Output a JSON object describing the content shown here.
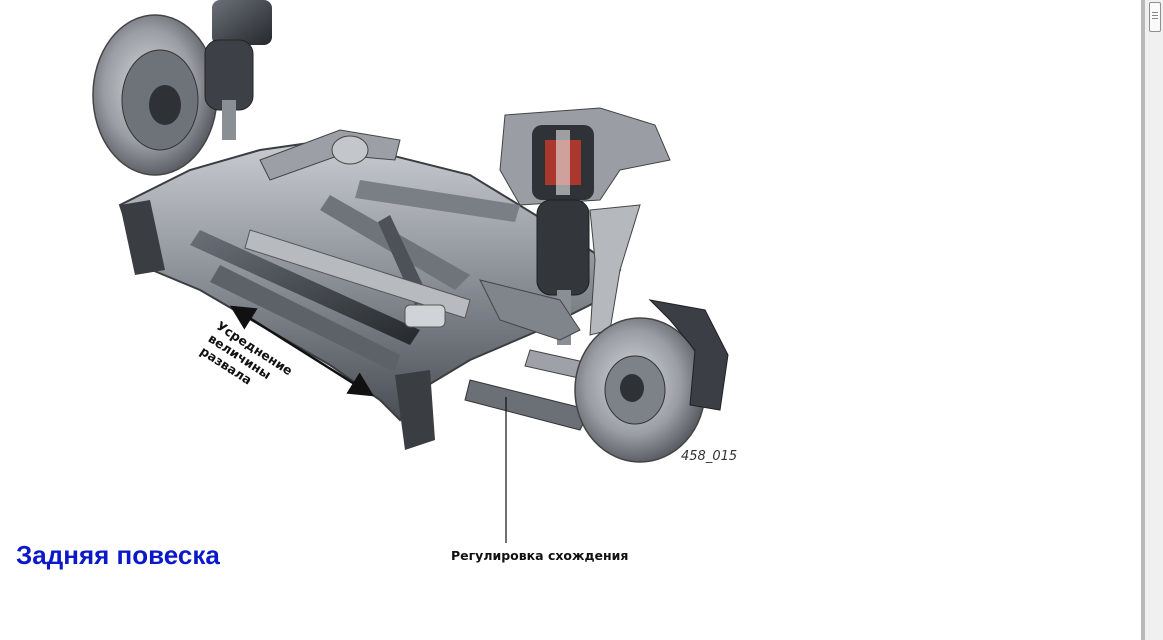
{
  "figure": {
    "callout_camber": "Усреднение величины развала",
    "callout_toe": "Регулировка схождения",
    "figure_code": "458_015"
  },
  "page": {
    "title": "Задняя повеска"
  },
  "colors": {
    "title": "#0b19c8",
    "metal": "#8a8f96",
    "dark_metal": "#3b3f45",
    "accent_red": "#c0392b"
  }
}
